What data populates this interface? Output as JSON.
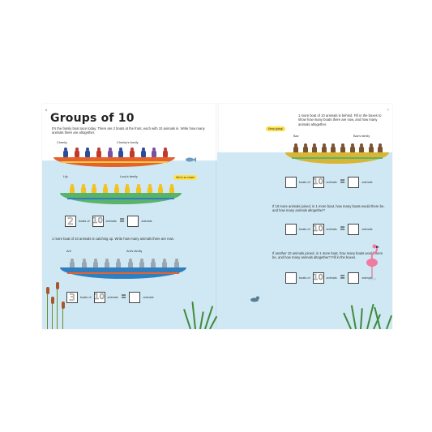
{
  "left_page": {
    "page_number": "6",
    "title": "Groups of 10",
    "intro": "It's the family boat race today. There are 2 boats at the front, each with 10 animals in. Write how many animals there are altogether.",
    "boat1_name": "Cheeky",
    "boat1_family": "Cheeky's family",
    "boat2_name": "Lily",
    "boat2_family": "Lucy's family",
    "speech": "We're so close!",
    "eq1": {
      "boats_value": "2",
      "boats_label": "boats of",
      "group_value": "10",
      "animals_label": "animals",
      "equals": "=",
      "result_label": "animals"
    },
    "instruction2": "1 more boat of 10 animals is catching up. Write how many animals there are now.",
    "boat3_name": "Ant",
    "boat3_family": "Ant's family",
    "eq2": {
      "boats_value": "3",
      "boats_label": "boats of",
      "group_value": "10",
      "animals_label": "animals",
      "equals": "=",
      "result_label": "animals"
    }
  },
  "right_page": {
    "page_number": "7",
    "instruction1": "1 more boat of 10 animals is behind. Fill in the boxes to show how many boats there are now, and how many animals altogether.",
    "speech": "Keep going!",
    "boat_name": "Baz",
    "boat_family": "Baz's family",
    "eq1": {
      "boats_label": "boats of",
      "group_value": "10",
      "animals_label": "animals",
      "equals": "=",
      "result_label": "animals"
    },
    "instruction2": "If 10 more animals joined, in 1 more boat, how many boats would there be, and how many animals altogether?",
    "eq2": {
      "boats_label": "boats of",
      "group_value": "10",
      "animals_label": "animals",
      "equals": "=",
      "result_label": "animals"
    },
    "instruction3": "If another 10 animals joined, in 1 more boat, how many boats would there be, and how many animals altogether? Fill in the boxes.",
    "eq3": {
      "boats_label": "boats of",
      "group_value": "10",
      "animals_label": "animals",
      "equals": "=",
      "result_label": "animals"
    }
  },
  "colors": {
    "water": "#cfe8f3",
    "canoe_orange": "#e5622b",
    "canoe_green": "#5bb36a",
    "canoe_blue": "#2f7fc0",
    "canoe_yellow": "#d8b534",
    "speech_yellow": "#ffe14a",
    "flamingo": "#f07aa0"
  }
}
